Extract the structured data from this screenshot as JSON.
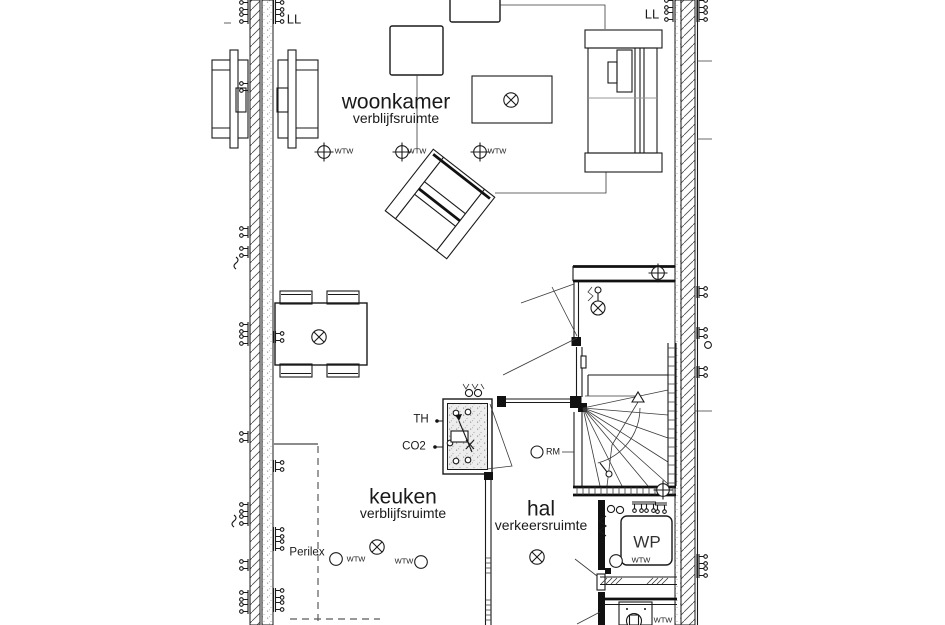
{
  "rooms": [
    {
      "name": "woonkamer",
      "type": "verblijfsruimte"
    },
    {
      "name": "keuken",
      "type": "verblijfsruimte"
    },
    {
      "name": "hal",
      "type": "verkeersruimte"
    }
  ],
  "labels": {
    "ll": "LL",
    "wtw": "WTW",
    "th": "TH",
    "co2": "CO2",
    "rm": "RM",
    "perilex": "Perilex",
    "wp": "WP"
  },
  "colors": {
    "line": "#1a1a1a",
    "secondary": "#979797",
    "dash": "#5a5a5a",
    "background": "#ffffff"
  }
}
